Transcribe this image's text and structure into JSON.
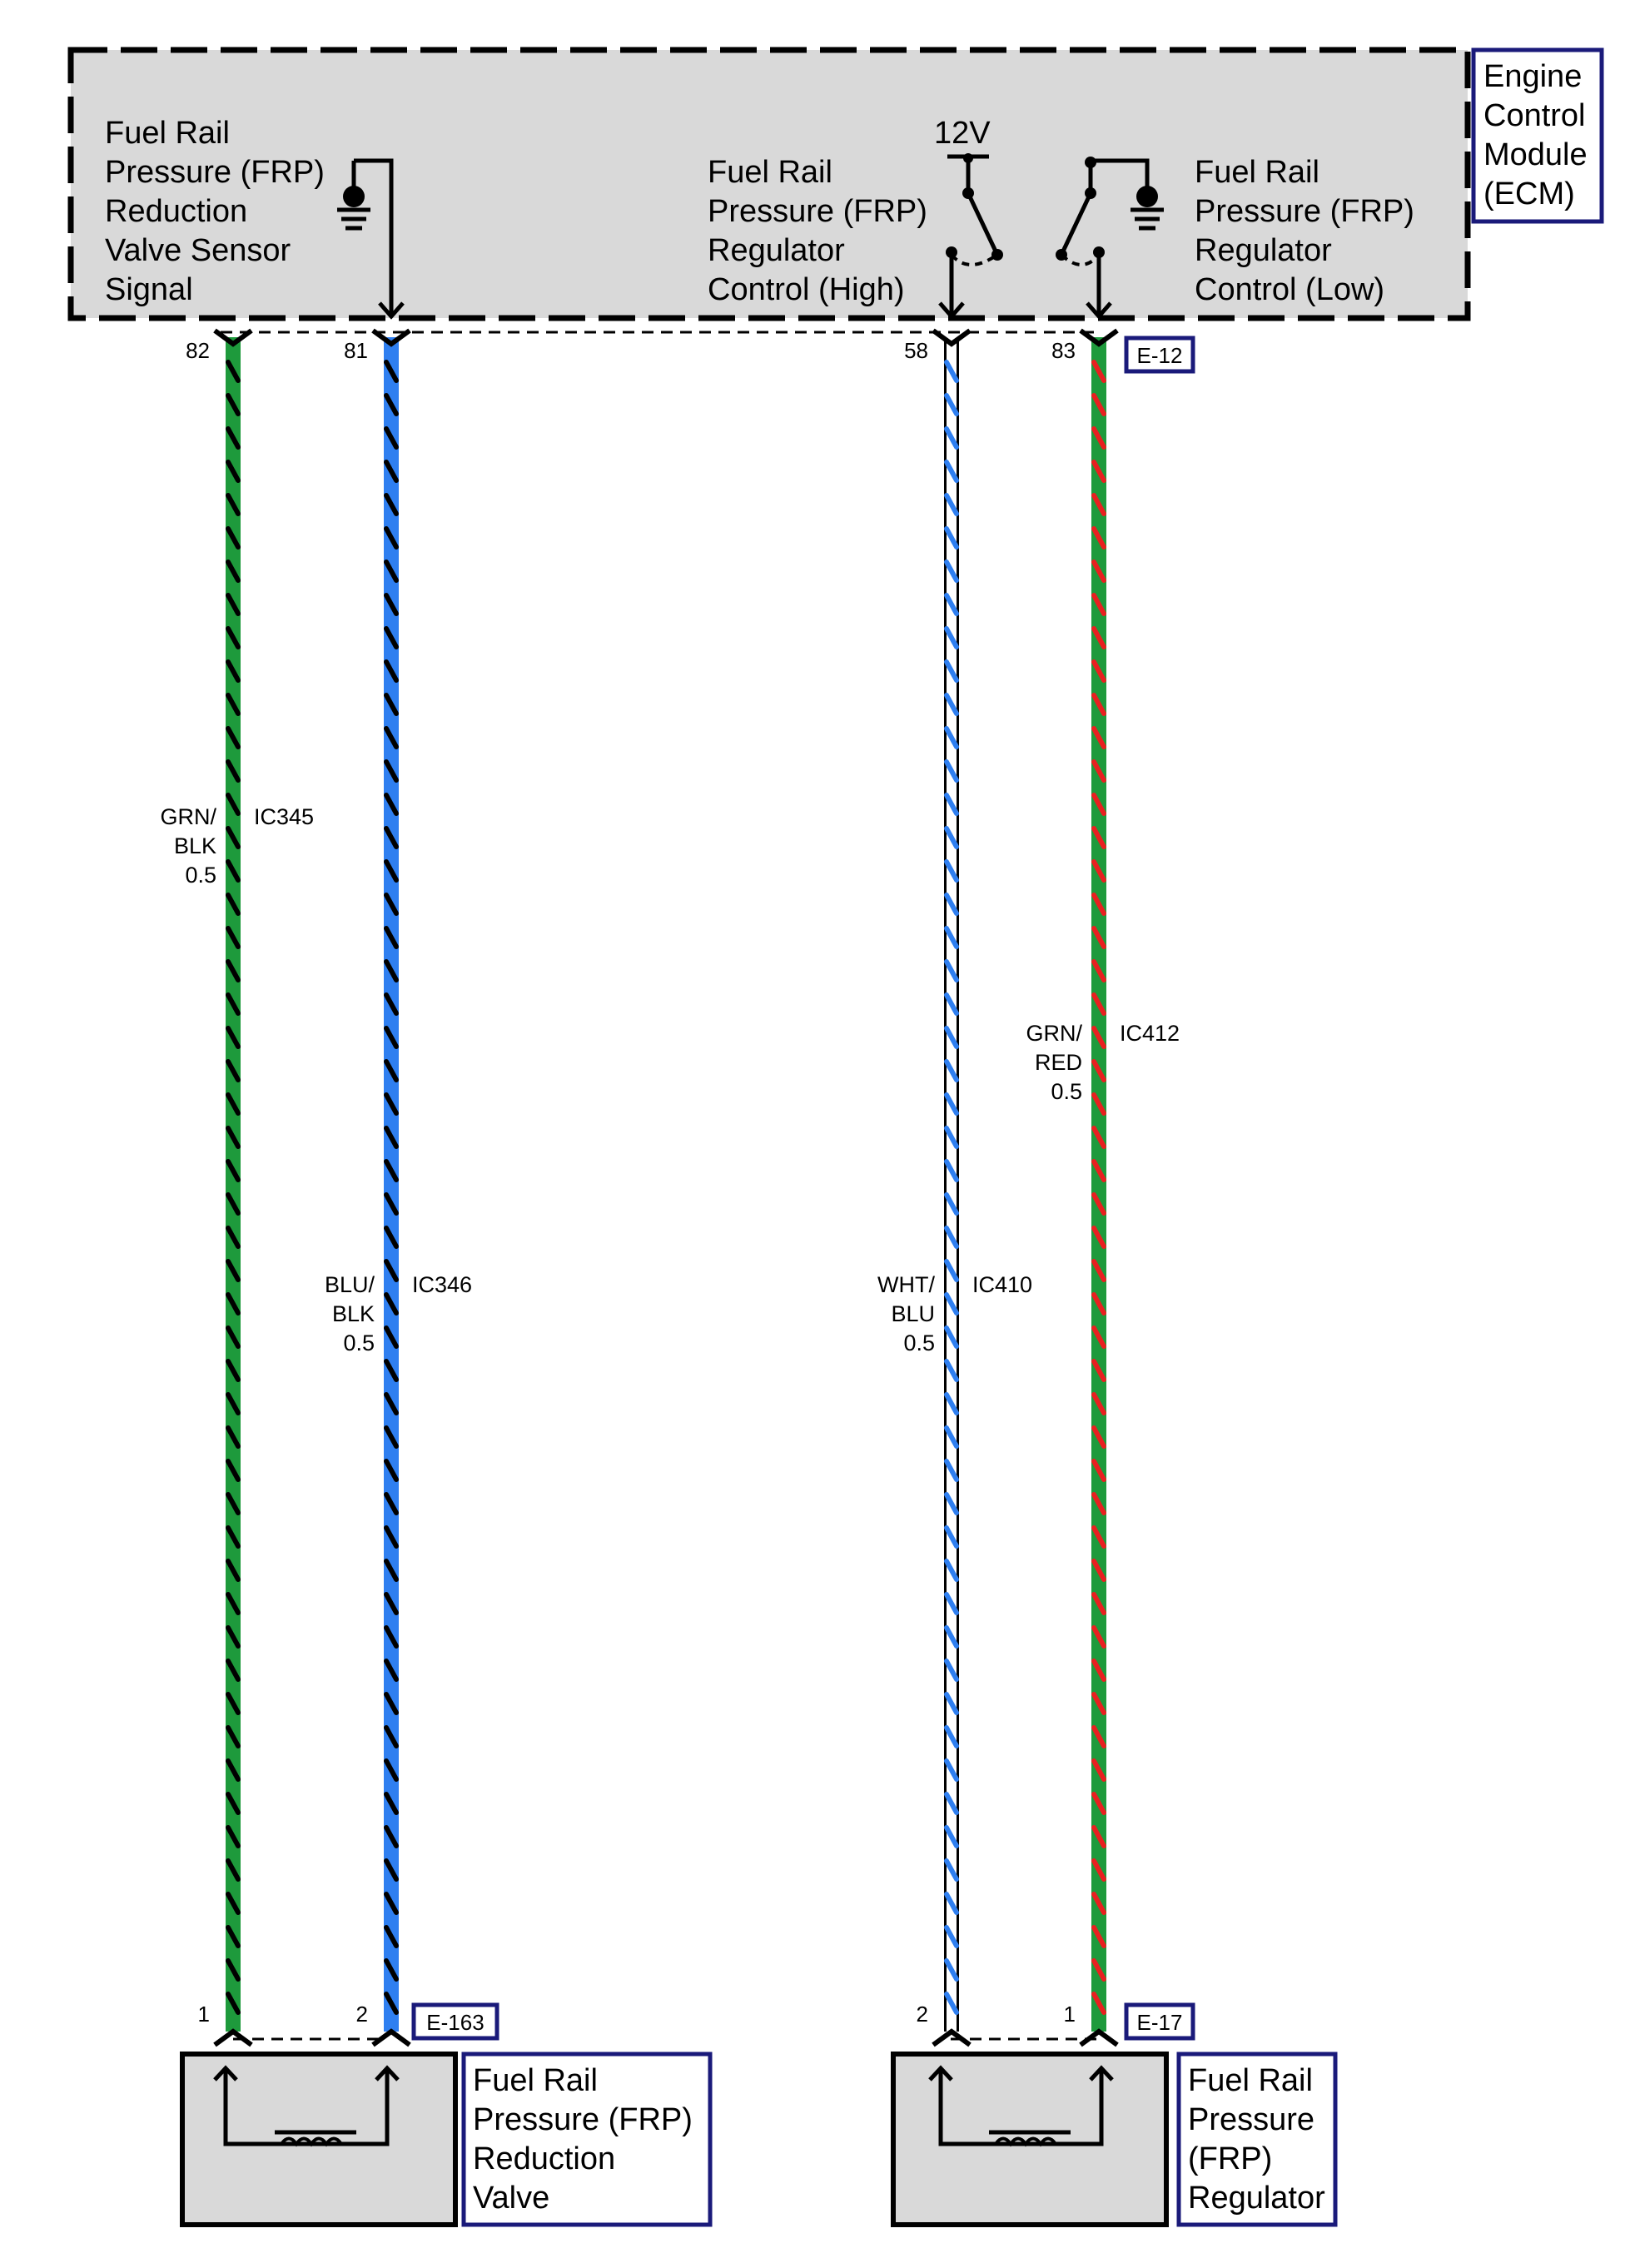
{
  "ecm": {
    "label_lines": [
      "Engine",
      "Control",
      "Module",
      "(ECM)"
    ],
    "connector": "E-12"
  },
  "ecm_circuits": {
    "sensor_signal": [
      "Fuel Rail",
      "Pressure (FRP)",
      "Reduction",
      "Valve Sensor",
      "Signal"
    ],
    "control_high": [
      "Fuel Rail",
      "Pressure (FRP)",
      "Regulator",
      "Control (High)"
    ],
    "control_low": [
      "Fuel Rail",
      "Pressure (FRP)",
      "Regulator",
      "Control (Low)"
    ],
    "supply_voltage": "12V"
  },
  "wires": [
    {
      "ecm_pin": "82",
      "device_pin": "1",
      "circuit": "IC345",
      "color_lines": [
        "GRN/",
        "BLK",
        "0.5"
      ],
      "base_color": "#1e9a3c",
      "stripe_color": "#000000"
    },
    {
      "ecm_pin": "81",
      "device_pin": "2",
      "circuit": "IC346",
      "color_lines": [
        "BLU/",
        "BLK",
        "0.5"
      ],
      "base_color": "#2f7ff0",
      "stripe_color": "#000000"
    },
    {
      "ecm_pin": "58",
      "device_pin": "2",
      "circuit": "IC410",
      "color_lines": [
        "WHT/",
        "BLU",
        "0.5"
      ],
      "base_color": "#ffffff",
      "stripe_color": "#2f7ff0"
    },
    {
      "ecm_pin": "83",
      "device_pin": "1",
      "circuit": "IC412",
      "color_lines": [
        "GRN/",
        "RED",
        "0.5"
      ],
      "base_color": "#1e9a3c",
      "stripe_color": "#e82020"
    }
  ],
  "devices": [
    {
      "connector": "E-163",
      "label_lines": [
        "Fuel Rail",
        "Pressure (FRP)",
        "Reduction",
        "Valve"
      ]
    },
    {
      "connector": "E-17",
      "label_lines": [
        "Fuel Rail",
        "Pressure",
        "(FRP)",
        "Regulator"
      ]
    }
  ],
  "colors": {
    "module_fill": "#d9d9d9",
    "label_box": "#1a1a7a"
  }
}
